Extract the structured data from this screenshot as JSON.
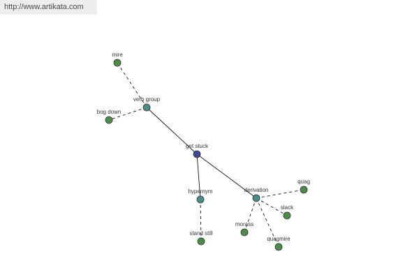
{
  "watermark": {
    "text": "http://www.artikata.com"
  },
  "colors": {
    "root": "#3d4a8f",
    "relation": "#4a8d8a",
    "leaf": "#4e8a4a"
  },
  "graph": {
    "nodes": [
      {
        "id": "get-stuck",
        "label": "get stuck",
        "kind": "root"
      },
      {
        "id": "verb-group",
        "label": "verb group",
        "kind": "relation"
      },
      {
        "id": "hypernym",
        "label": "hypernym",
        "kind": "relation"
      },
      {
        "id": "derivation",
        "label": "derivation",
        "kind": "relation"
      },
      {
        "id": "mire",
        "label": "mire",
        "kind": "leaf"
      },
      {
        "id": "bog-down",
        "label": "bog down",
        "kind": "leaf"
      },
      {
        "id": "stand-still",
        "label": "stand still",
        "kind": "leaf"
      },
      {
        "id": "quag",
        "label": "quag",
        "kind": "leaf"
      },
      {
        "id": "slack",
        "label": "slack",
        "kind": "leaf"
      },
      {
        "id": "morass",
        "label": "morass",
        "kind": "leaf"
      },
      {
        "id": "quagmire",
        "label": "quagmire",
        "kind": "leaf"
      }
    ],
    "edges": [
      {
        "from": "get-stuck",
        "to": "verb-group",
        "style": "solid"
      },
      {
        "from": "get-stuck",
        "to": "hypernym",
        "style": "solid"
      },
      {
        "from": "get-stuck",
        "to": "derivation",
        "style": "solid"
      },
      {
        "from": "verb-group",
        "to": "mire",
        "style": "dashed"
      },
      {
        "from": "verb-group",
        "to": "bog-down",
        "style": "dashed"
      },
      {
        "from": "hypernym",
        "to": "stand-still",
        "style": "dashed"
      },
      {
        "from": "derivation",
        "to": "quag",
        "style": "dashed"
      },
      {
        "from": "derivation",
        "to": "slack",
        "style": "dashed"
      },
      {
        "from": "derivation",
        "to": "morass",
        "style": "dashed"
      },
      {
        "from": "derivation",
        "to": "quagmire",
        "style": "dashed"
      }
    ]
  }
}
